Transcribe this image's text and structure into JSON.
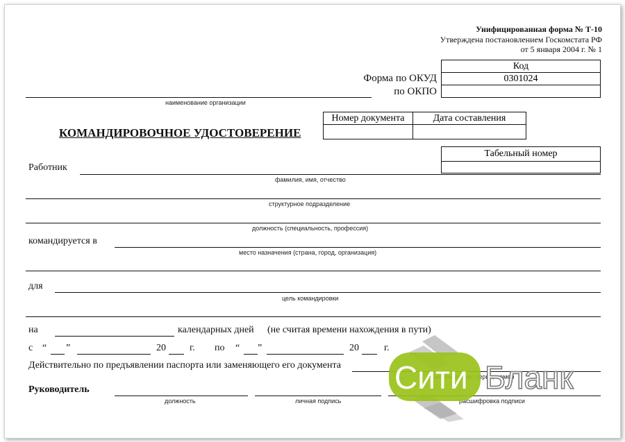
{
  "header": {
    "line1": "Унифицированная форма № Т-10",
    "line2": "Утверждена постановлением Госкомстата РФ",
    "line3": "от 5 января 2004 г. № 1"
  },
  "codes": {
    "header": "Код",
    "okud_label": "Форма по ОКУД",
    "okud_value": "0301024",
    "okpo_label": "по ОКПО",
    "okpo_value": ""
  },
  "org_caption": "наименование организации",
  "doc_table": {
    "col1": "Номер документа",
    "col2": "Дата составления"
  },
  "title": "КОМАНДИРОВОЧНОЕ УДОСТОВЕРЕНИЕ",
  "tab_number": {
    "header": "Табельный номер"
  },
  "worker": {
    "label": "Работник",
    "caption": "фамилия, имя, отчество"
  },
  "dept_caption": "структурное подразделение",
  "position_caption": "должность (специальность, профессия)",
  "sent_to": {
    "label": "командируется в",
    "caption": "место назначения (страна, город, организация)"
  },
  "purpose": {
    "label": "для",
    "caption": "цель командировки"
  },
  "duration": {
    "label": "на",
    "text": "календарных дней",
    "note": "(не считая времени нахождения в пути)"
  },
  "period": {
    "from_label": "с",
    "open_quote": "“",
    "close_quote": "”",
    "year_prefix": "20",
    "year_suffix": "г.",
    "to_label": "по"
  },
  "passport": {
    "text": "Действительно по предъявлении паспорта или заменяющего его документа",
    "caption": "наименование, серия, номер"
  },
  "head": {
    "label": "Руководитель",
    "caption_position": "должность",
    "caption_signature": "личная подпись",
    "caption_decoding": "расшифровка подписи"
  },
  "watermark": {
    "part1": "Сити",
    "part2": "Бланк",
    "brand_color": "#9bc31c"
  }
}
